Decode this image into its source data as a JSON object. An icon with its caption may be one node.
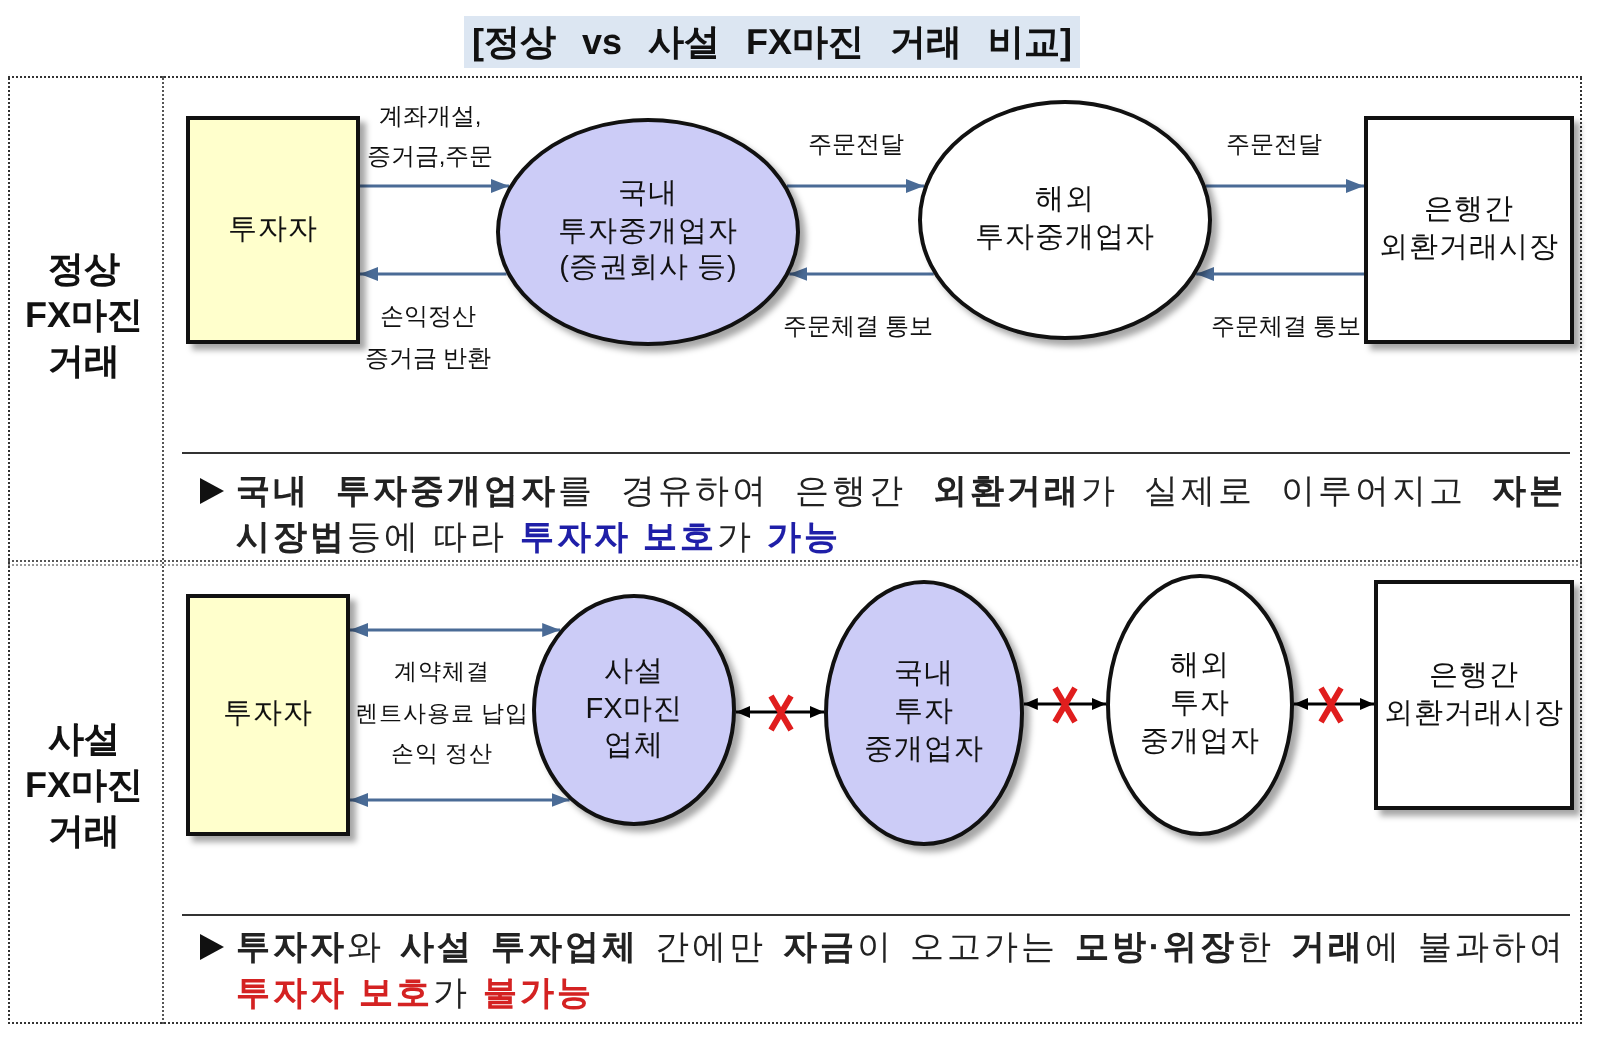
{
  "diagram": {
    "title": "[정상 vs 사설 FX마진 거래 비교]",
    "nodes": [
      {
        "text": [
          "투자자"
        ]
      },
      {
        "text": [
          "국내 투자중개업자 (증권회사 등)"
        ]
      },
      {
        "text": [
          "해외 투자중개업자"
        ]
      },
      {
        "text": [
          "은행간 외환거래시장"
        ]
      },
      {
        "text": [
          "투자자"
        ]
      },
      {
        "text": [
          "사설 FX마진 업체"
        ]
      },
      {
        "text": [
          "국내 투자 중개업자"
        ]
      },
      {
        "text": [
          "해외 투자 중개업자"
        ]
      },
      {
        "text": [
          "은행간 외환거래시장"
        ]
      }
    ],
    "edges": [
      {
        "from": 0,
        "to": 1,
        "arrow": "to",
        "label": "계좌개설, 증거금,주문"
      },
      {
        "from": 1,
        "to": 0,
        "arrow": "to",
        "label": "손익정산 증거금 반환"
      },
      {
        "from": 1,
        "to": 2,
        "arrow": "to",
        "label": "주문전달"
      },
      {
        "from": 2,
        "to": 1,
        "arrow": "to",
        "label": "주문체결 통보"
      },
      {
        "from": 2,
        "to": 3,
        "arrow": "to",
        "label": "주문전달"
      },
      {
        "from": 3,
        "to": 2,
        "arrow": "to",
        "label": "주문체결 통보"
      },
      {
        "from": 4,
        "to": 5,
        "arrow": "both",
        "label": "계약체결 렌트사용료 납입 손익 정산"
      },
      {
        "from": 4,
        "to": 5,
        "arrow": "both"
      },
      {
        "from": 5,
        "to": 6,
        "arrow": "both",
        "color": "#000000"
      },
      {
        "from": 6,
        "to": 7,
        "arrow": "both",
        "color": "#000000"
      },
      {
        "from": 7,
        "to": 8,
        "arrow": "both",
        "color": "#000000"
      }
    ],
    "labels": [
      "정상 FX마진 거래",
      "**국내 투자중개업자**를 경유하여 은행간 **외환거래**가 실제로 이루어지고 **자본 시장법**등에 따라 **투자자 보호**가 **가능**",
      "사설 FX마진 거래",
      "**투자자**와 **사설 투자업체** 간에만 **자금**이 오고가는 **모방·위장**한 **거래**에 불과하여 **투자자 보호**가 **불가능**"
    ]
  }
}
